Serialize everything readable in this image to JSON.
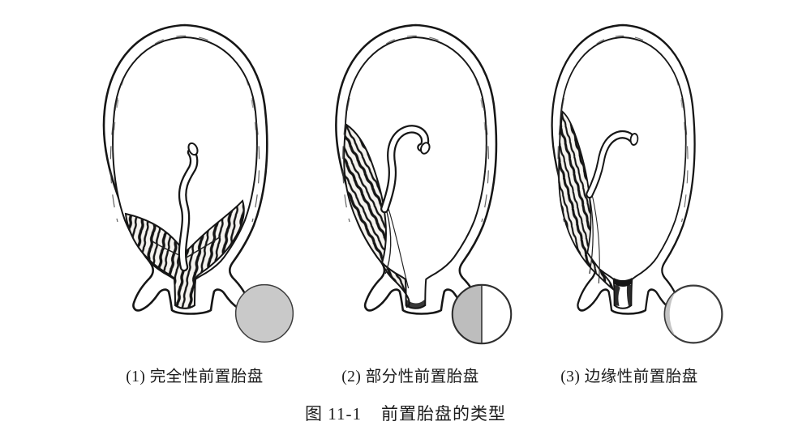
{
  "figure": {
    "caption": {
      "prefix": "图 11-1",
      "title": "前置胎盘的类型"
    },
    "panels": [
      {
        "id": 1,
        "label": "(1) 完全性前置胎盘",
        "type": "complete previa",
        "os_coverage": "full"
      },
      {
        "id": 2,
        "label": "(2) 部分性前置胎盘",
        "type": "partial previa",
        "os_coverage": "half"
      },
      {
        "id": 3,
        "label": "(3) 边缘性前置胎盘",
        "type": "marginal previa",
        "os_coverage": "rim"
      }
    ],
    "colors": {
      "ink": "#161616",
      "paper": "#ffffff",
      "shade_full": "#c9c9c9",
      "shade_half": "#bdbdbd",
      "shade_rim": "#c4c4c4"
    }
  }
}
